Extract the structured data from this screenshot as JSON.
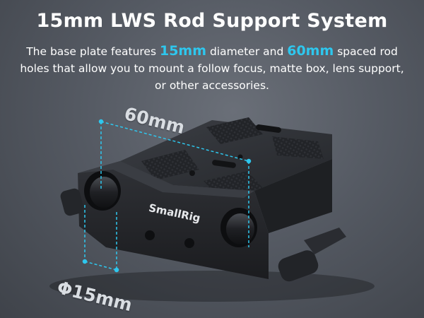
{
  "header": {
    "title": "15mm LWS Rod Support System"
  },
  "description": {
    "part1": "The base plate features ",
    "highlight1": "15mm",
    "part2": " diameter and ",
    "highlight2": "60mm",
    "part3": " spaced rod holes that allow you to mount a follow focus, matte box, lens support, or other accessories."
  },
  "dimensions": {
    "spacing_label": "60mm",
    "diameter_label": "Φ15mm"
  },
  "product": {
    "brand": "SmallRig"
  },
  "colors": {
    "accent": "#2ec7ee",
    "text": "#ffffff",
    "metal": "#2a2c30"
  }
}
